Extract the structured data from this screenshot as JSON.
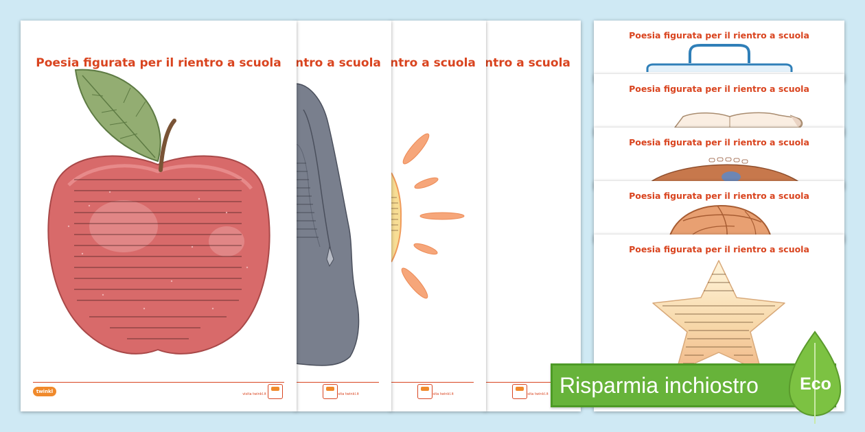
{
  "sheet_title": "Poesia figurata per il rientro a scuola",
  "partial_title": "ntro a scuola",
  "footer": {
    "logo": "twinkl",
    "url": "visita twinkl.it"
  },
  "banner": {
    "text": "Risparmia inchiostro",
    "eco_label": "Eco"
  },
  "colors": {
    "background": "#cfe9f4",
    "title": "#d9441f",
    "banner": "#67b33a",
    "leaf": "#7cc242"
  },
  "icons": [
    "apple-icon",
    "backpack-icon",
    "sun-icon",
    "lunchbox-icon",
    "book-icon",
    "football-icon",
    "basketball-icon",
    "star-icon",
    "leaf-icon"
  ]
}
